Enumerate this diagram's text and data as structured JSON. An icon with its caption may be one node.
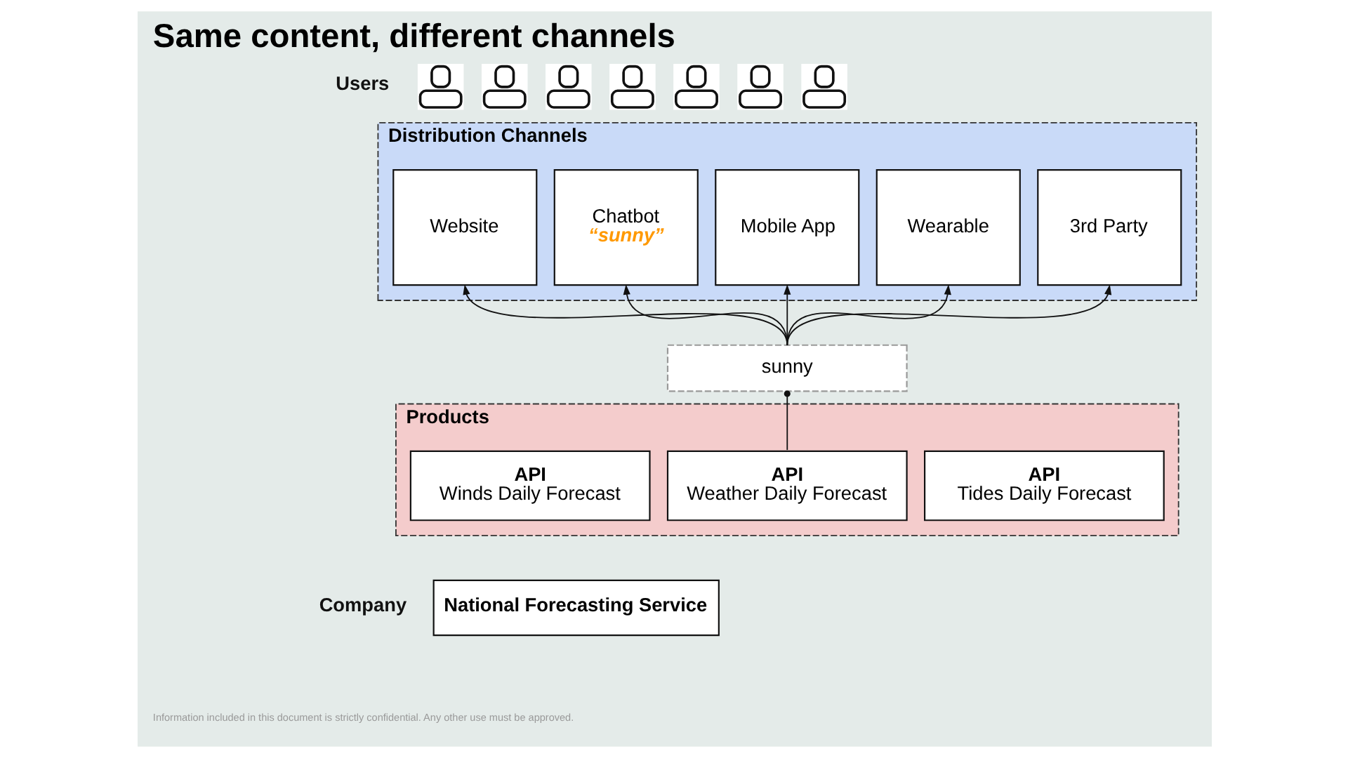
{
  "diagram": {
    "title": "Same content, different channels",
    "nodes": [
      {
        "text": [],
        "shape": "person"
      },
      {
        "text": [],
        "shape": "person"
      },
      {
        "text": [],
        "shape": "person"
      },
      {
        "text": [],
        "shape": "person"
      },
      {
        "text": [],
        "shape": "person"
      },
      {
        "text": [],
        "shape": "person"
      },
      {
        "text": [],
        "shape": "person"
      },
      {
        "text": [
          "Distribution Channels"
        ]
      },
      {
        "text": [
          "Website"
        ],
        "in": 7
      },
      {
        "text": [
          "Chatbot",
          "“sunny”"
        ],
        "in": 7
      },
      {
        "text": [
          "Mobile App"
        ],
        "in": 7
      },
      {
        "text": [
          "Wearable"
        ],
        "in": 7
      },
      {
        "text": [
          "3rd Party"
        ],
        "in": 7
      },
      {
        "text": [
          "sunny"
        ]
      },
      {
        "text": [
          "Products"
        ]
      },
      {
        "text": [
          "API",
          "Winds Daily Forecast"
        ],
        "in": 14
      },
      {
        "text": [
          "API",
          "Weather Daily Forecast"
        ],
        "in": 14
      },
      {
        "text": [
          "API",
          "Tides Daily Forecast"
        ],
        "in": 14
      },
      {
        "text": [
          "National Forecasting Service"
        ]
      }
    ],
    "edges": [
      {
        "from": 13,
        "to": 8,
        "arrow": "to"
      },
      {
        "from": 13,
        "to": 9,
        "arrow": "to"
      },
      {
        "from": 13,
        "to": 10,
        "arrow": "to"
      },
      {
        "from": 13,
        "to": 11,
        "arrow": "to"
      },
      {
        "from": 13,
        "to": 12,
        "arrow": "to"
      },
      {
        "from": 16,
        "to": 13,
        "arrow": "other"
      }
    ],
    "labels": [
      "Users",
      "Company",
      "Information included in this document is strictly confidential. Any other use must be approved."
    ]
  }
}
